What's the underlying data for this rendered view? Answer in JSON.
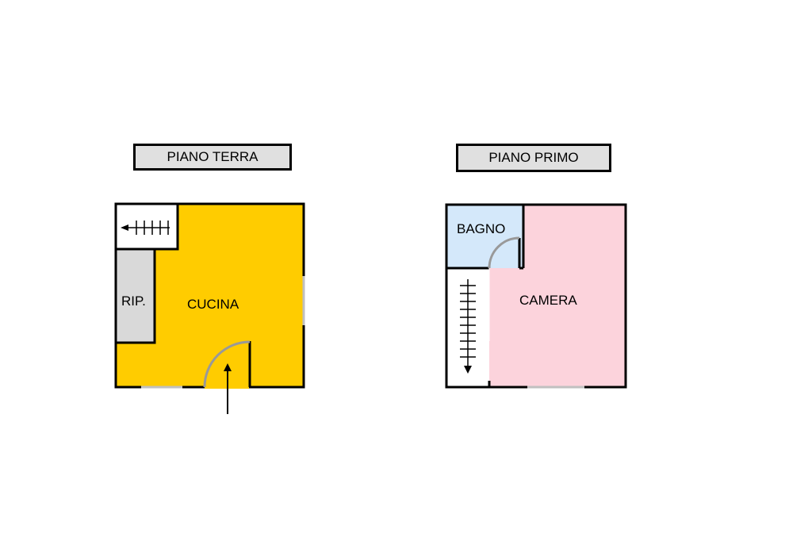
{
  "colors": {
    "kitchen": "#ffcc00",
    "storage": "#d9d9d9",
    "bathroom": "#d4e8fa",
    "bedroom": "#fcd3dc",
    "title_box": "#e0e0e0",
    "wall": "#000000",
    "door_arc": "#999999",
    "window": "#c0c0c0"
  },
  "ground_floor": {
    "title": "PIANO TERRA",
    "rooms": {
      "kitchen": "CUCINA",
      "storage": "RIP."
    },
    "icons": [
      "stair-arrow-left-icon",
      "entrance-arrow-icon",
      "door-swing-icon"
    ]
  },
  "first_floor": {
    "title": "PIANO PRIMO",
    "rooms": {
      "bathroom": "BAGNO",
      "bedroom": "CAMERA"
    },
    "icons": [
      "stair-arrow-down-icon",
      "door-swing-icon"
    ]
  }
}
